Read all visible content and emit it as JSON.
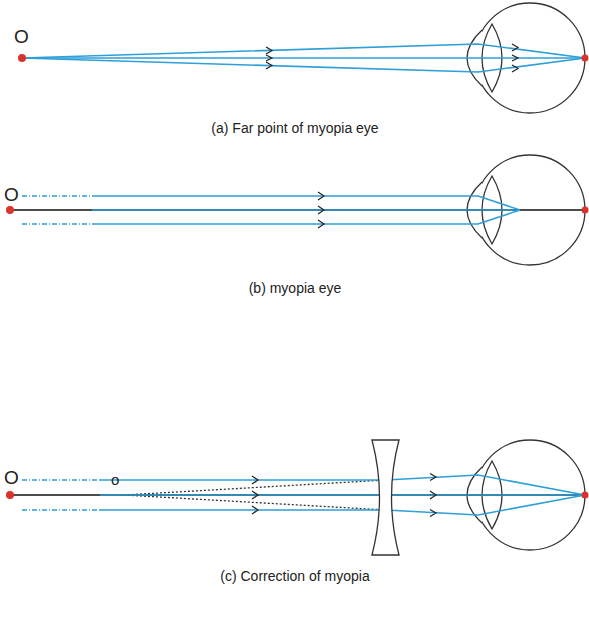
{
  "diagram": {
    "labels": [
      "O",
      "(a) Far point of myopia eye",
      "O",
      "(b) myopia eye",
      "O",
      "o",
      "(c) Correction of myopia"
    ]
  }
}
